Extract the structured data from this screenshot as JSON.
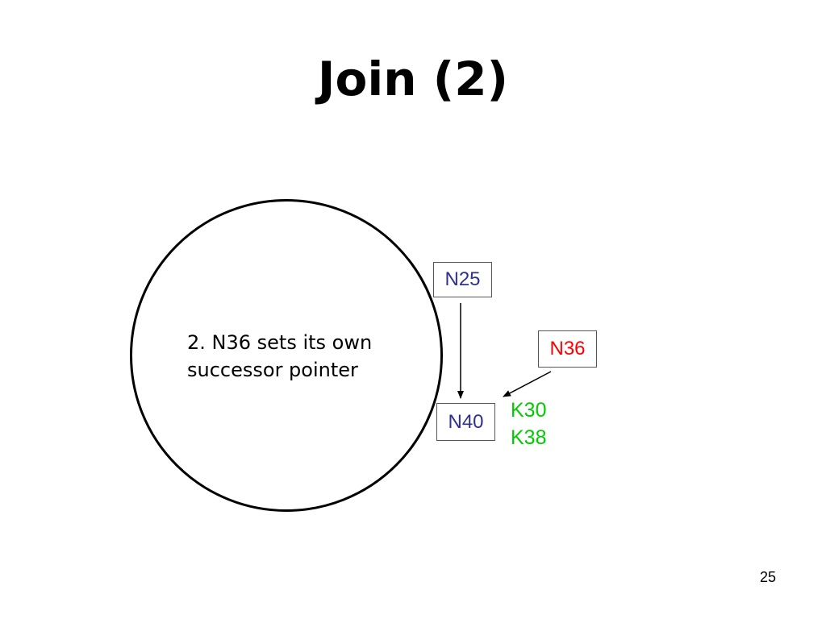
{
  "slide": {
    "title": "Join (2)",
    "note": "2. N36 sets its own\nsuccessor pointer",
    "page_number": "25"
  },
  "nodes": {
    "n25": {
      "label": "N25",
      "color": "#2e3192"
    },
    "n36": {
      "label": "N36",
      "color": "#ff0000"
    },
    "n40": {
      "label": "N40",
      "color": "#2e3192"
    }
  },
  "keys": {
    "color": "#00cc00",
    "items": [
      "K30",
      "K38"
    ]
  },
  "arrows": [
    {
      "from": "N25",
      "to": "N40"
    },
    {
      "from": "N36",
      "to": "N40"
    }
  ]
}
